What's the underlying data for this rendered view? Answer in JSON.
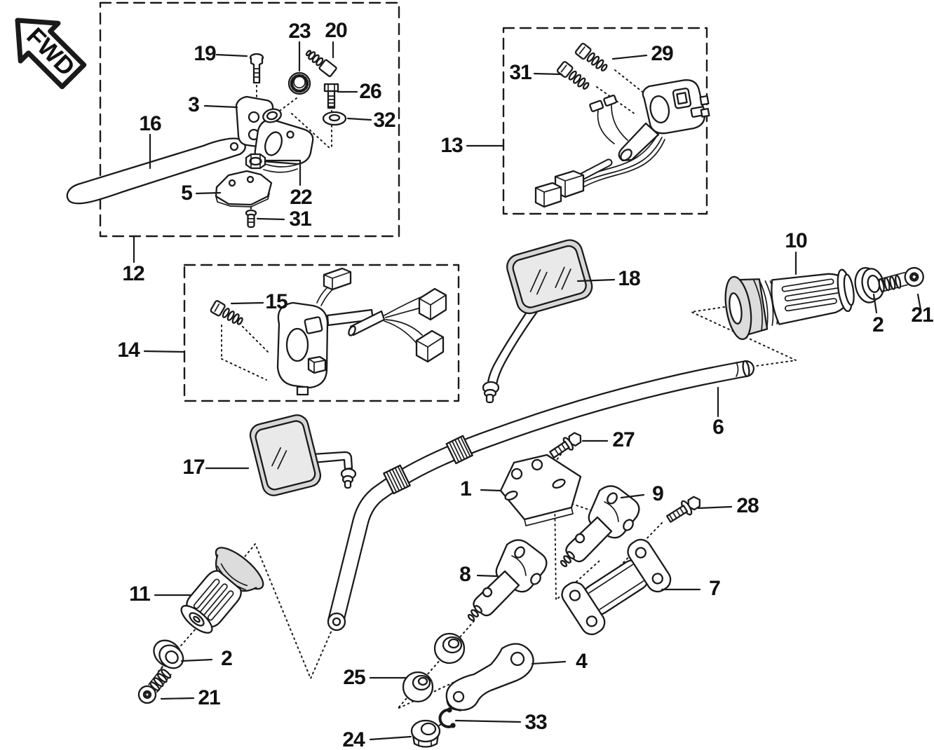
{
  "fwd": {
    "text": "FWD"
  },
  "style": {
    "line_color": "#1a1a1a",
    "glass_color": "#d7d7d7",
    "glass_inner_color": "#e9e9e9",
    "shade_color": "#dcdcdc",
    "background": "#ffffff"
  },
  "callouts": [
    {
      "id": "19",
      "text": "19"
    },
    {
      "id": "23",
      "text": "23"
    },
    {
      "id": "20",
      "text": "20"
    },
    {
      "id": "26",
      "text": "26"
    },
    {
      "id": "32",
      "text": "32"
    },
    {
      "id": "3",
      "text": "3"
    },
    {
      "id": "16",
      "text": "16"
    },
    {
      "id": "5",
      "text": "5"
    },
    {
      "id": "22",
      "text": "22"
    },
    {
      "id": "31-a",
      "text": "31"
    },
    {
      "id": "12",
      "text": "12"
    },
    {
      "id": "29",
      "text": "29"
    },
    {
      "id": "31-b",
      "text": "31"
    },
    {
      "id": "13",
      "text": "13"
    },
    {
      "id": "15",
      "text": "15"
    },
    {
      "id": "14",
      "text": "14"
    },
    {
      "id": "18",
      "text": "18"
    },
    {
      "id": "10",
      "text": "10"
    },
    {
      "id": "2-a",
      "text": "2"
    },
    {
      "id": "21-a",
      "text": "21"
    },
    {
      "id": "17",
      "text": "17"
    },
    {
      "id": "6",
      "text": "6"
    },
    {
      "id": "27",
      "text": "27"
    },
    {
      "id": "1",
      "text": "1"
    },
    {
      "id": "9",
      "text": "9"
    },
    {
      "id": "28",
      "text": "28"
    },
    {
      "id": "8",
      "text": "8"
    },
    {
      "id": "7",
      "text": "7"
    },
    {
      "id": "11",
      "text": "11"
    },
    {
      "id": "2-b",
      "text": "2"
    },
    {
      "id": "21-b",
      "text": "21"
    },
    {
      "id": "25",
      "text": "25"
    },
    {
      "id": "4",
      "text": "4"
    },
    {
      "id": "33",
      "text": "33"
    },
    {
      "id": "24",
      "text": "24"
    }
  ]
}
